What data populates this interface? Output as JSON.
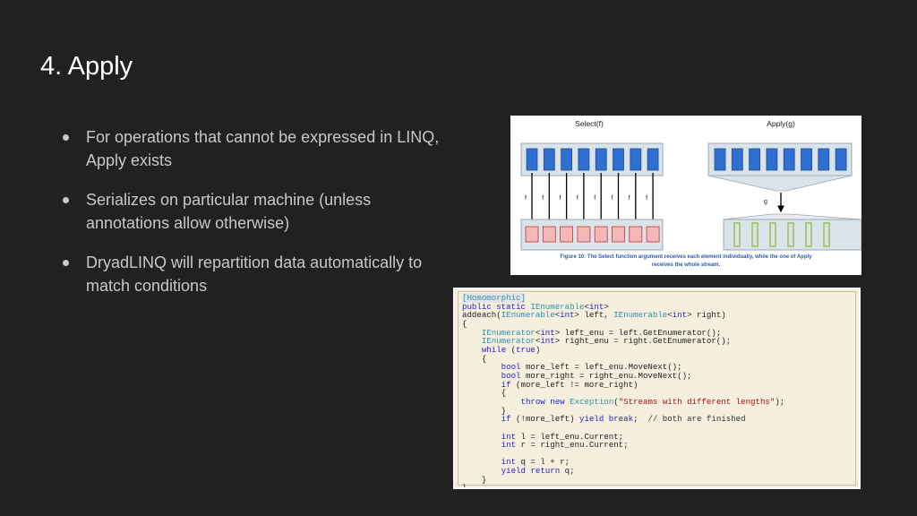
{
  "slide": {
    "title": "4. Apply",
    "bullets": [
      "For operations that cannot be expressed in LINQ, Apply exists",
      "Serializes on particular machine (unless annotations allow otherwise)",
      "DryadLINQ will repartition data automatically to match conditions"
    ]
  },
  "figure": {
    "select_label": "Select(f)",
    "apply_label": "Apply(g)",
    "f_label": "f",
    "g_label": "g",
    "caption_line1": "Figure 10: The Select function argument receives each element individually, while the one of Apply",
    "caption_line2": "receives the whole stream.",
    "colors": {
      "input_box": "#2e6fd0",
      "select_output": "#f4b8b8",
      "apply_output_stroke": "#8fbf4a",
      "container_fill": "#dbe3ea"
    }
  },
  "code": {
    "lines": [
      "[Homomorphic]",
      "public static IEnumerable<int>",
      "addeach(IEnumerable<int> left, IEnumerable<int> right)",
      "{",
      "    IEnumerator<int> left_enu = left.GetEnumerator();",
      "    IEnumerator<int> right_enu = right.GetEnumerator();",
      "    while (true)",
      "    {",
      "        bool more_left = left_enu.MoveNext();",
      "        bool more_right = right_enu.MoveNext();",
      "        if (more_left != more_right)",
      "        {",
      "            throw new Exception(\"Streams with different lengths\");",
      "        }",
      "        if (!more_left) yield break;  // both are finished",
      "",
      "        int l = left_enu.Current;",
      "        int r = right_enu.Current;",
      "",
      "        int q = l + r;",
      "        yield return q;",
      "    }",
      "}"
    ]
  }
}
